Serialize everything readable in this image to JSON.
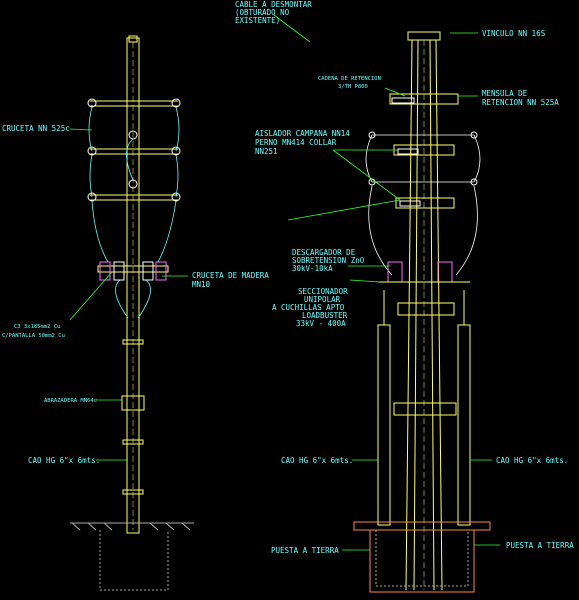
{
  "colors": {
    "background": "#000000",
    "structure": "#ffff66",
    "cable": "#66ffff",
    "leader": "#33ff33",
    "insulator": "#ffffff",
    "hardware": "#ff66ff",
    "soil": "#aaaaaa",
    "foundation": "#ff8833"
  },
  "labels": {
    "top_note_1": "CABLE A DESMONTAR",
    "top_note_2": "(OBTURADO NO",
    "top_note_3": "EXISTENTE)",
    "vinculo": "VINCULO NN 16S",
    "cadena_retencion_1": "CADENA DE RETENCION",
    "cadena_retencion_2": "3/TH P800",
    "mensula_1": "MENSULA DE",
    "mensula_2": "RETENCION NN 525A",
    "aislador_1": "AISLADOR CAMPANA NN14",
    "aislador_2": "PERNO MN414 COLLAR",
    "aislador_3": "NN251",
    "cruceta_525": "CRUCETA NN 525c",
    "descargador_1": "DESCARGADOR DE",
    "descargador_2": "SOBRETENSION ZnO",
    "descargador_3": "30kV-10kA",
    "cruceta_madera_1": "CRUCETA DE MADERA",
    "cruceta_madera_2": "MN10",
    "seccionador_1": "SECCIONADOR",
    "seccionador_2": "UNIPOLAR",
    "seccionador_3": "A CUCHILLAS APTO",
    "seccionador_4": "LOADBUSTER",
    "seccionador_5": "33kV - 400A",
    "cable_1": "C3 3x185mm2 Cu",
    "cable_2": "C/PANTALLA 50mm2 Cu",
    "abrazadera": "ABRAZADERA MN64c",
    "cao_left": "CAO HG 6\"x 6mts.",
    "cao_mid": "CAO HG 6\"x 6mts.",
    "cao_right": "CAO HG 6\"x 6mts.",
    "puesta_tierra_left": "PUESTA A TIERRA",
    "puesta_tierra_right": "PUESTA A TIERRA"
  }
}
